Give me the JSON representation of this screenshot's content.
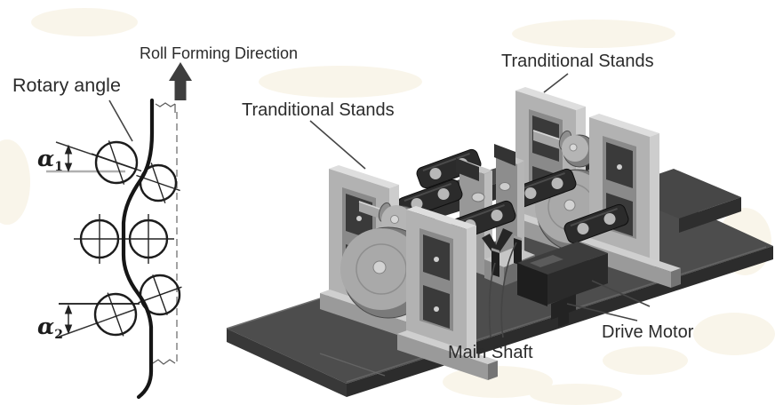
{
  "figure": {
    "schematic": {
      "rotary_angle_label": "Rotary angle",
      "direction_label": "Roll Forming Direction",
      "alpha1": {
        "symbol": "α",
        "sub": "1"
      },
      "alpha2": {
        "symbol": "α",
        "sub": "2"
      }
    },
    "machine": {
      "stands_label_left": "Tranditional Stands",
      "stands_label_right": "Tranditional Stands",
      "main_shaft_label": "Main Shaft",
      "drive_motor_label": "Drive Motor"
    },
    "icons": {
      "direction_arrow": "up-arrow"
    },
    "colors": {
      "background": "#ffffff",
      "smudge": "#f6f0df",
      "ink": "#1c1c1c",
      "reference_gray": "#aeaeae",
      "label_text": "#2b2b2b",
      "machine_light": "#b2b2b2",
      "machine_highlight": "#dedede",
      "machine_mid": "#8d8d8d",
      "machine_dark": "#3f3f3f",
      "machine_darkest": "#222222",
      "base_top": "#4d4d4d"
    }
  }
}
